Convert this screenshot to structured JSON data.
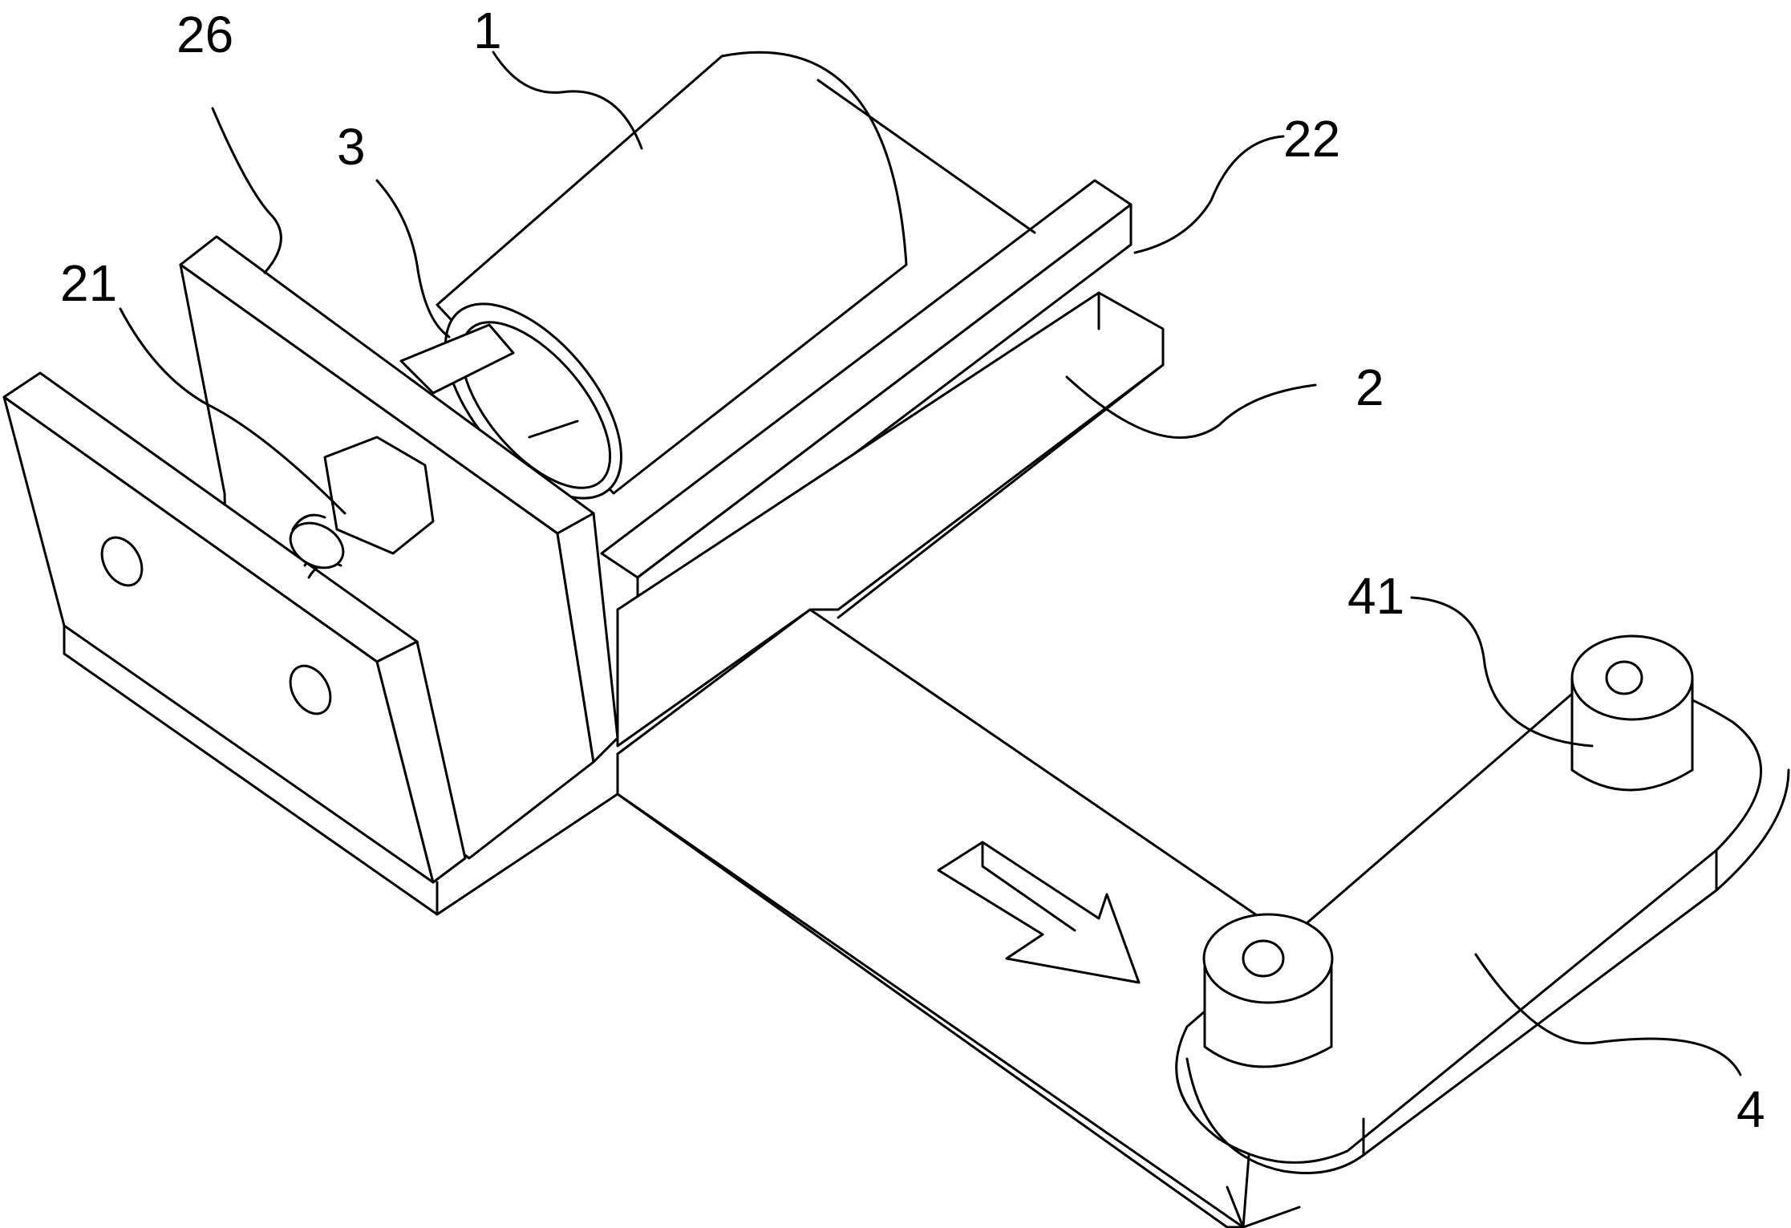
{
  "figure": {
    "stroke_color": "#000000",
    "background_color": "#ffffff"
  },
  "labels": {
    "l26": "26",
    "l1": "1",
    "l3": "3",
    "l22": "22",
    "l21": "21",
    "l2": "2",
    "l41": "41",
    "l4": "4"
  }
}
